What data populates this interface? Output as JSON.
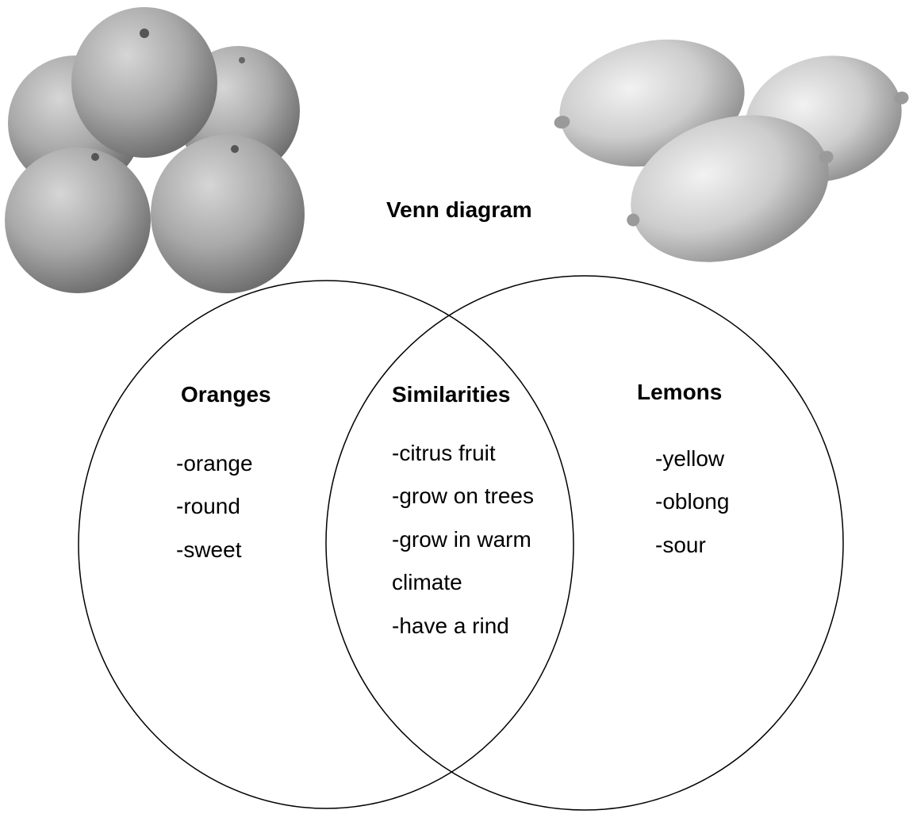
{
  "title": "Venn diagram",
  "colors": {
    "background": "#ffffff",
    "stroke": "#000000",
    "fruit_shade": "#b5b5b5"
  },
  "images": [
    {
      "name": "oranges-photo",
      "depicts": "five oranges stacked",
      "icon": "oranges-icon"
    },
    {
      "name": "lemons-photo",
      "depicts": "three lemons",
      "icon": "lemons-icon"
    }
  ],
  "sets": {
    "oranges": {
      "label": "Oranges",
      "items": [
        "-orange",
        "-round",
        "-sweet"
      ]
    },
    "similarities": {
      "label": "Similarities",
      "items": [
        "-citrus fruit",
        "-grow on trees",
        "-grow in warm",
        "climate",
        "-have a rind"
      ]
    },
    "lemons": {
      "label": "Lemons",
      "items": [
        "-yellow",
        "-oblong",
        "-sour"
      ]
    }
  }
}
